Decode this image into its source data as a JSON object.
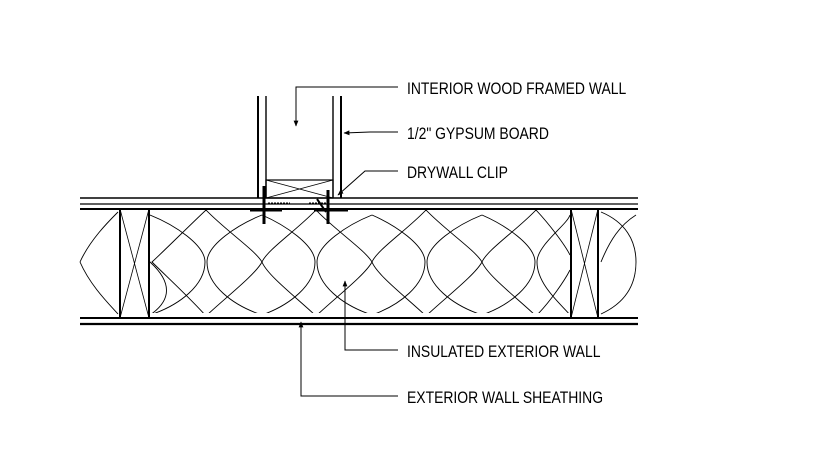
{
  "colors": {
    "line": "#000000",
    "background": "#ffffff"
  },
  "labels": {
    "interior_wall": "INTERIOR WOOD FRAMED WALL",
    "gypsum_board": "1/2\" GYPSUM BOARD",
    "drywall_clip": "DRYWALL CLIP",
    "insulated_wall": "INSULATED EXTERIOR WALL",
    "sheathing": "EXTERIOR WALL SHEATHING"
  }
}
